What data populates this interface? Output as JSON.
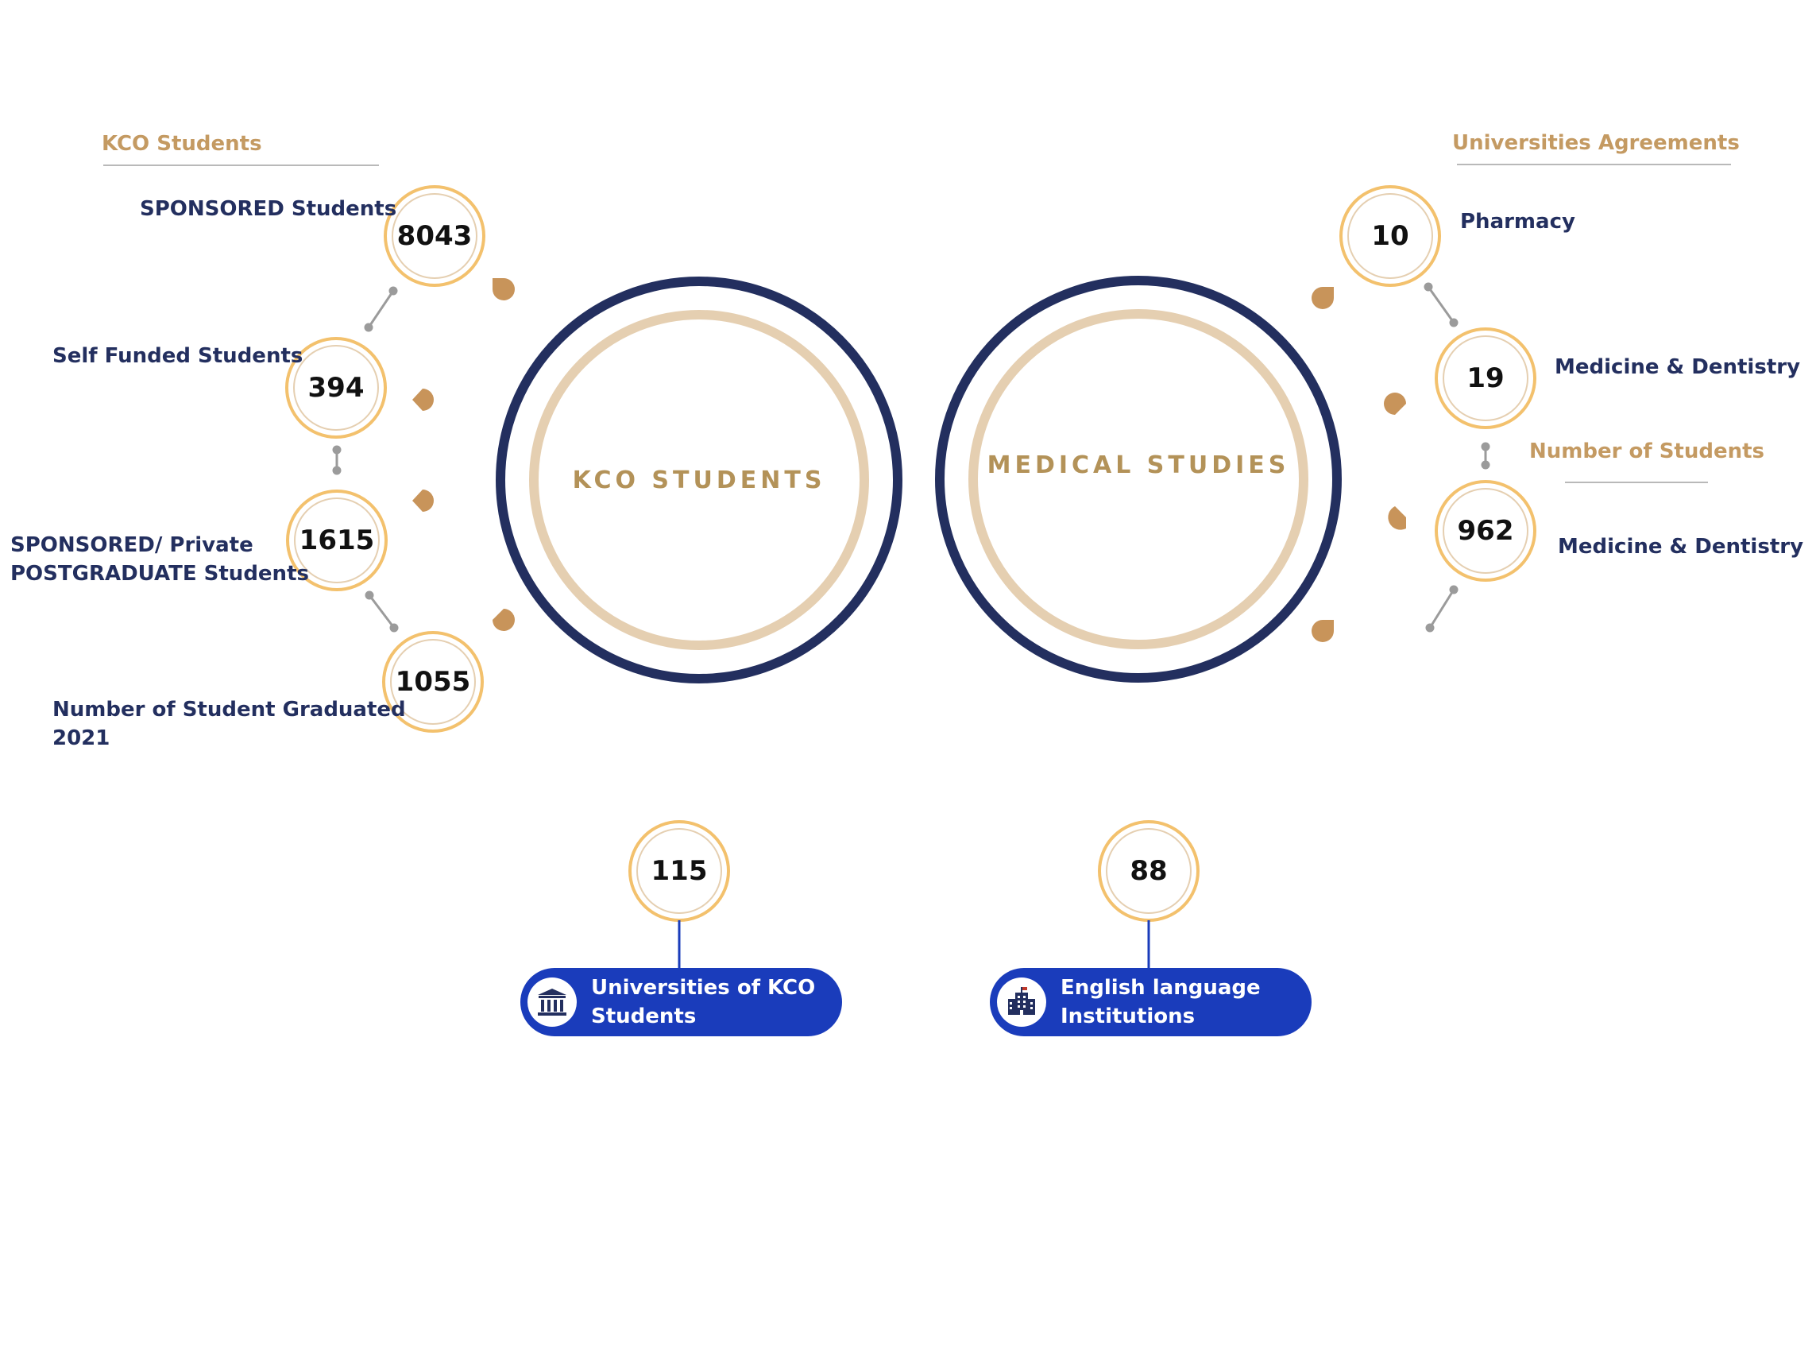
{
  "left_section": {
    "header": "KCO Students",
    "center_label": "KCO STUDENTS",
    "items": [
      {
        "value": "8043",
        "label": "SPONSORED Students"
      },
      {
        "value": "394",
        "label": "Self Funded Students"
      },
      {
        "value": "1615",
        "label_line1": "SPONSORED/ Private",
        "label_line2": "POSTGRADUATE Students"
      },
      {
        "value": "1055",
        "label_line1": "Number of Student Graduated",
        "label_line2": "2021"
      }
    ]
  },
  "right_section": {
    "header": "Universities Agreements",
    "subheader": "Number of Students",
    "center_label": "MEDICAL STUDIES",
    "items": [
      {
        "value": "10",
        "label": "Pharmacy"
      },
      {
        "value": "19",
        "label": "Medicine & Dentistry"
      },
      {
        "value": "962",
        "label": "Medicine  & Dentistry"
      }
    ]
  },
  "bottom": [
    {
      "value": "115",
      "label": "Universities of KCO Students",
      "icon": "institution-icon"
    },
    {
      "value": "88",
      "label": "English language Institutions",
      "icon": "building-icon"
    }
  ],
  "colors": {
    "navy": "#232f5f",
    "gold": "#c49a62",
    "ring_orange": "#f3c16d",
    "ring_beige": "#e5cfb1",
    "pill_blue": "#1a3cbb"
  }
}
